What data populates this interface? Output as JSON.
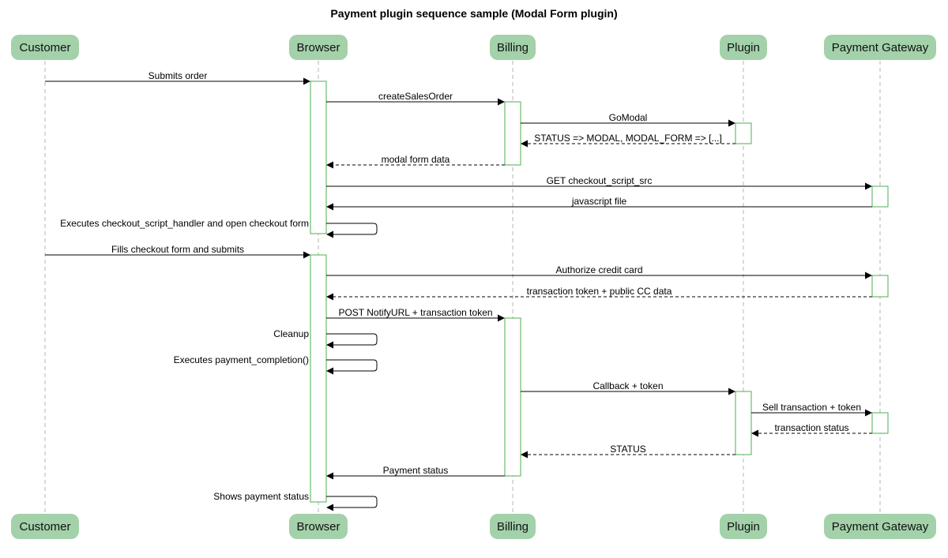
{
  "title": "Payment plugin sequence sample (Modal Form plugin)",
  "participants": [
    {
      "id": "customer",
      "name": "Customer"
    },
    {
      "id": "browser",
      "name": "Browser"
    },
    {
      "id": "billing",
      "name": "Billing"
    },
    {
      "id": "plugin",
      "name": "Plugin"
    },
    {
      "id": "gateway",
      "name": "Payment Gateway"
    }
  ],
  "messages": [
    {
      "from": "customer",
      "to": "browser",
      "label": "Submits order",
      "style": "solid"
    },
    {
      "from": "browser",
      "to": "billing",
      "label": "createSalesOrder",
      "style": "solid"
    },
    {
      "from": "billing",
      "to": "plugin",
      "label": "GoModal",
      "style": "solid"
    },
    {
      "from": "plugin",
      "to": "billing",
      "label": "STATUS => MODAL, MODAL_FORM => [...]",
      "style": "dashed"
    },
    {
      "from": "billing",
      "to": "browser",
      "label": "modal form data",
      "style": "dashed"
    },
    {
      "from": "browser",
      "to": "gateway",
      "label": "GET checkout_script_src",
      "style": "solid"
    },
    {
      "from": "gateway",
      "to": "browser",
      "label": "javascript file",
      "style": "solid"
    },
    {
      "from": "browser",
      "to": "browser",
      "label": "Executes checkout_script_handler and open checkout form",
      "style": "self"
    },
    {
      "from": "customer",
      "to": "browser",
      "label": "Fills checkout form and submits",
      "style": "solid"
    },
    {
      "from": "browser",
      "to": "gateway",
      "label": "Authorize credit card",
      "style": "solid"
    },
    {
      "from": "gateway",
      "to": "browser",
      "label": "transaction token + public CC data",
      "style": "dashed"
    },
    {
      "from": "browser",
      "to": "billing",
      "label": "POST NotifyURL + transaction token",
      "style": "solid"
    },
    {
      "from": "browser",
      "to": "browser",
      "label": "Cleanup",
      "style": "self"
    },
    {
      "from": "browser",
      "to": "browser",
      "label": "Executes payment_completion()",
      "style": "self"
    },
    {
      "from": "billing",
      "to": "plugin",
      "label": "Callback + token",
      "style": "solid"
    },
    {
      "from": "plugin",
      "to": "gateway",
      "label": "Sell transaction + token",
      "style": "solid"
    },
    {
      "from": "gateway",
      "to": "plugin",
      "label": "transaction status",
      "style": "dashed"
    },
    {
      "from": "plugin",
      "to": "billing",
      "label": "STATUS",
      "style": "dashed"
    },
    {
      "from": "billing",
      "to": "browser",
      "label": "Payment status",
      "style": "solid"
    },
    {
      "from": "browser",
      "to": "browser",
      "label": "Shows payment status",
      "style": "self"
    }
  ],
  "colors": {
    "participant_fill": "#a3d1a9",
    "activation_border": "#4caf50",
    "lifeline": "#b5b5b5"
  }
}
